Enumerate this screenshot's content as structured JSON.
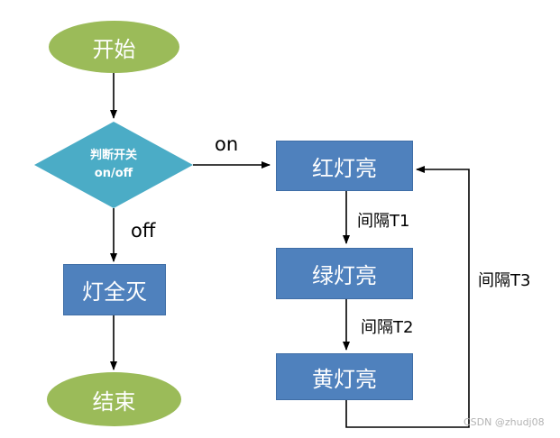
{
  "nodes": {
    "start": "开始",
    "decision_line1": "判断开关",
    "decision_line2": "on/off",
    "all_off": "灯全灭",
    "end": "结束",
    "red": "红灯亮",
    "green": "绿灯亮",
    "yellow": "黄灯亮"
  },
  "edge_labels": {
    "on": "on",
    "off": "off",
    "interval1": "间隔T1",
    "interval2": "间隔T2",
    "interval3": "间隔T3"
  },
  "watermark": "CSDN @zhudj08",
  "colors": {
    "terminator": "#9bbb59",
    "process": "#4f81bd",
    "decision": "#4bacc6",
    "connector": "#000000"
  }
}
